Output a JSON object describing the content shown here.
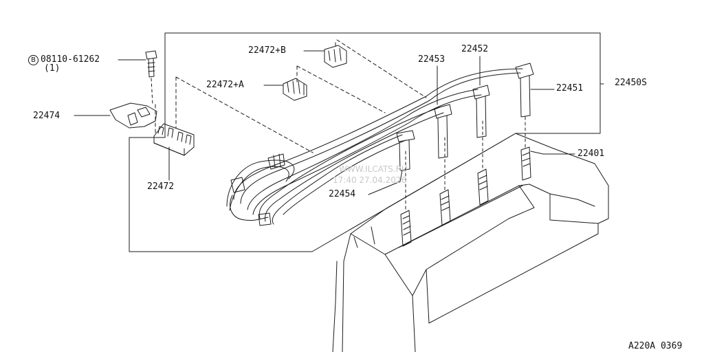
{
  "labels": {
    "bolt_prefix": "B",
    "bolt_part": "08110-61262",
    "bolt_qty": "(1)",
    "clamp_b": "22472+B",
    "clamp_a": "22472+A",
    "cord_4": "22453",
    "cord_2": "22452",
    "cord_1": "22451",
    "cord_set": "22450S",
    "bracket": "22474",
    "spark_plug": "22401",
    "clamp_main": "22472",
    "cord_3": "22454"
  },
  "watermark": {
    "line1": "WWW.ILCATS.RU",
    "line2": "17:40 27.04.2026"
  },
  "figure_code": "A220A 0369"
}
